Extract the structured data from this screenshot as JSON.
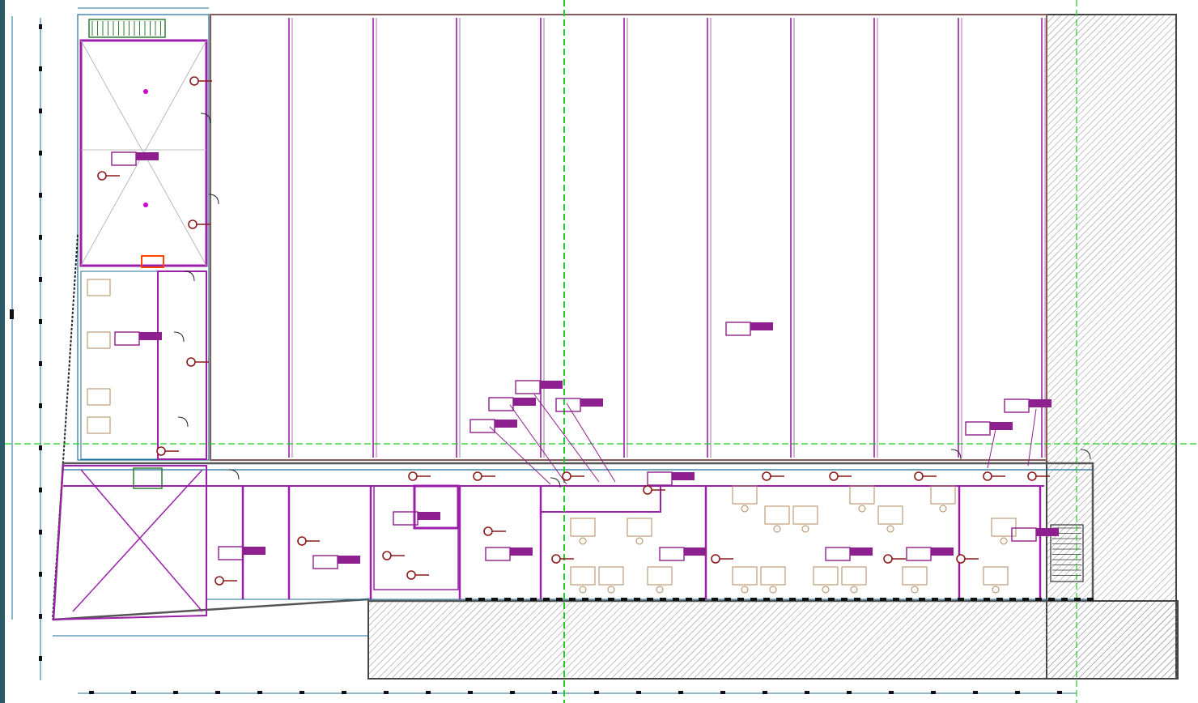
{
  "drawing": {
    "colors": {
      "background_frame": "#2b5b66",
      "sheet": "#ffffff",
      "wall_outline": "#8a5a5a",
      "partition": "#9b1fa8",
      "cyan_lines": "#1a6f9a",
      "grid_axis": "#22cc22",
      "furniture": "#b08a5a",
      "stair": "#2e7d32",
      "tag_fill": "#8e1f8e",
      "marker": "#8b1a1a",
      "hatch": "#888888",
      "highlight": "#ff4500"
    },
    "grid_axes": [
      "vertical-axis-a",
      "vertical-axis-b",
      "horizontal-axis"
    ],
    "icons": [
      "stair-icon",
      "door-swing-icon",
      "column-marker-icon",
      "room-tag-icon",
      "furniture-desk-icon",
      "light-fixture-icon"
    ]
  }
}
